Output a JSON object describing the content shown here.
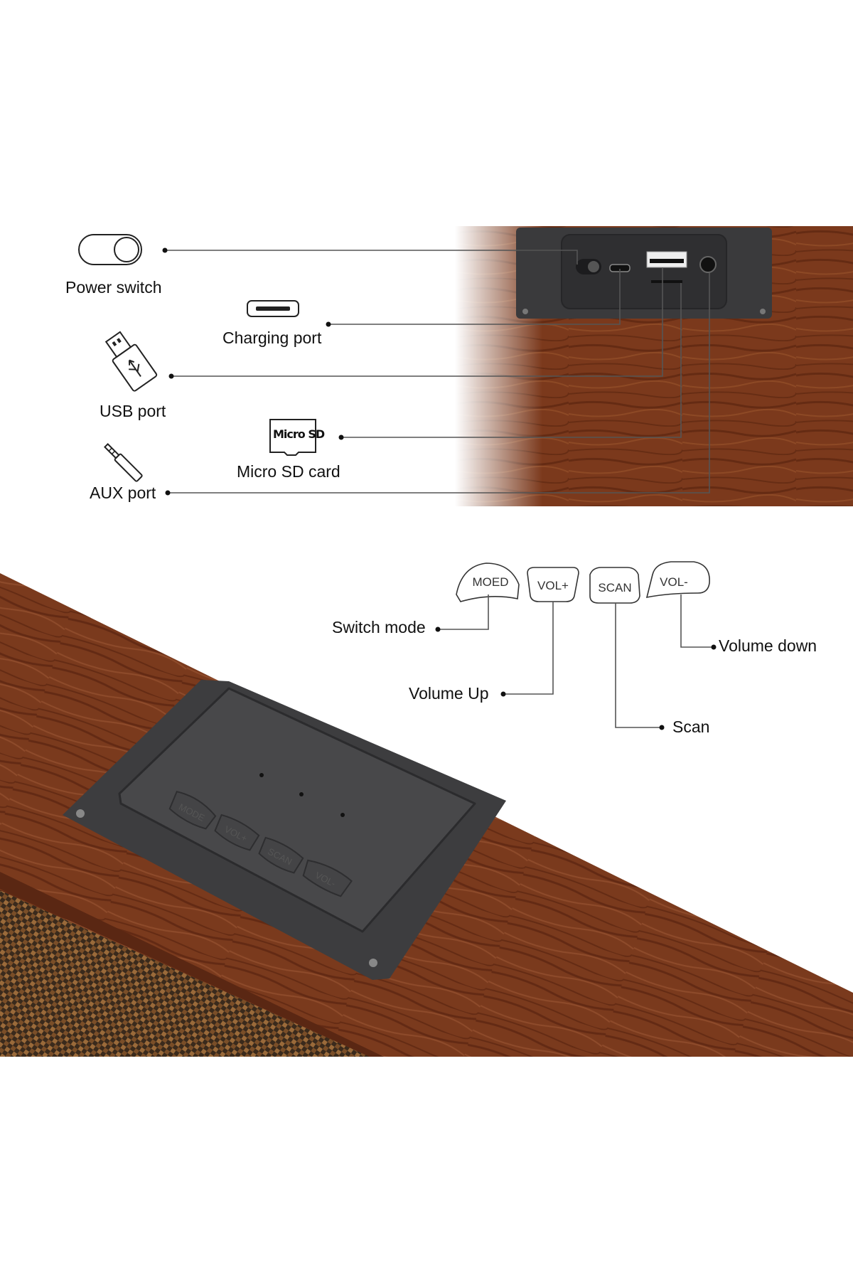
{
  "ports_section": {
    "labels": {
      "power_switch": "Power switch",
      "charging_port": "Charging port",
      "usb_port": "USB port",
      "micro_sd_card": "Micro SD card",
      "aux_port": "AUX port"
    },
    "micro_sd_icon_text": "Micro SD"
  },
  "buttons_section": {
    "button_caps": [
      "MOED",
      "VOL+",
      "SCAN",
      "VOL-"
    ],
    "panel_button_caps": [
      "MODE",
      "VOL+",
      "SCAN",
      "VOL-"
    ],
    "labels": {
      "switch_mode": "Switch mode",
      "volume_up": "Volume Up",
      "scan": "Scan",
      "volume_down": "Volume down"
    }
  },
  "colors": {
    "wood": "#7a3a1e",
    "wood_dark": "#5a2612",
    "panel": "#3e3e40",
    "line": "#444444"
  }
}
